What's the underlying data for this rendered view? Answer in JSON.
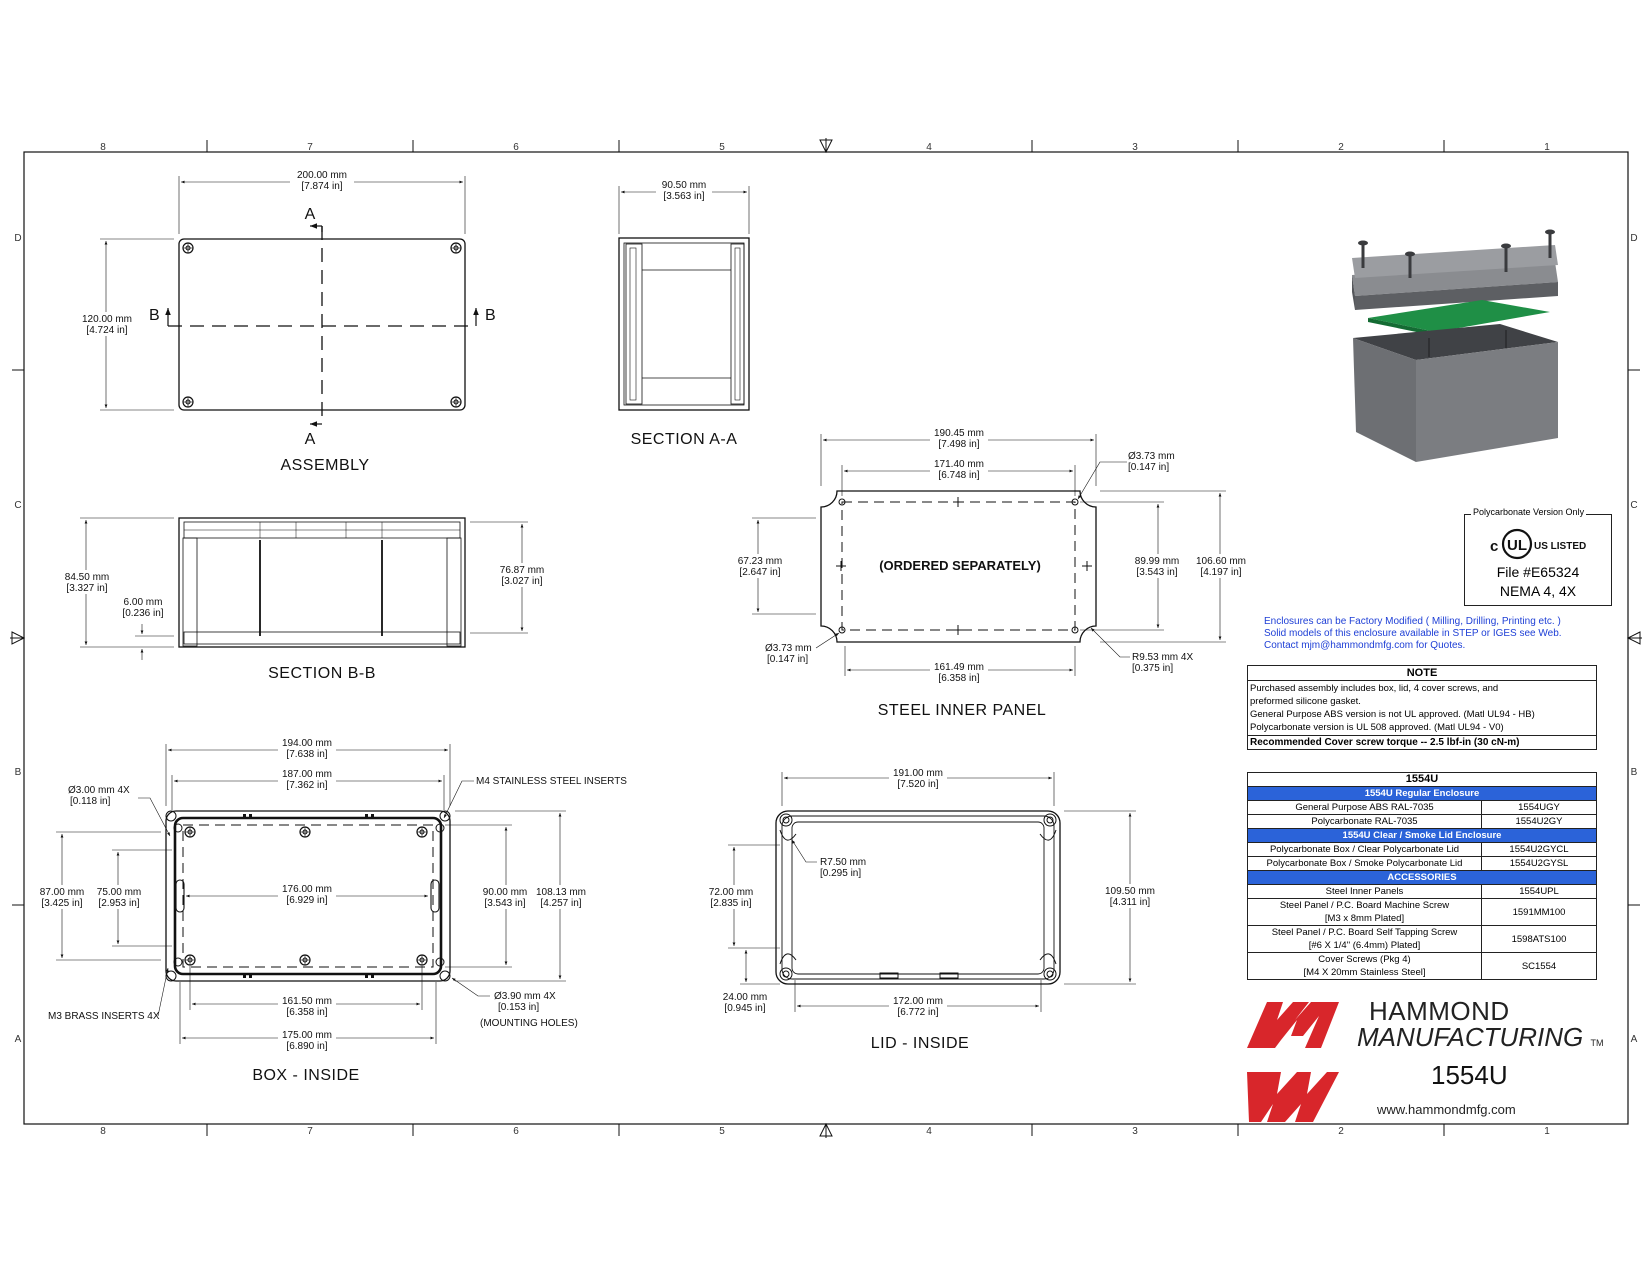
{
  "grid": {
    "columns": [
      "8",
      "7",
      "6",
      "5",
      "4",
      "3",
      "2",
      "1"
    ],
    "rows": [
      "D",
      "C",
      "B",
      "A"
    ]
  },
  "views": {
    "assembly": {
      "title": "ASSEMBLY",
      "width_dim": [
        "200.00 mm",
        "[7.874 in]"
      ],
      "height_dim": [
        "120.00 mm",
        "[4.724 in]"
      ],
      "section_a": "A",
      "section_b": "B"
    },
    "section_aa": {
      "title": "SECTION  A-A",
      "width_dim": [
        "90.50 mm",
        "[3.563 in]"
      ]
    },
    "section_bb": {
      "title": "SECTION  B-B",
      "height_dim": [
        "84.50 mm",
        "[3.327 in]"
      ],
      "floor_dim": [
        "6.00 mm",
        "[0.236 in]"
      ],
      "inner_dim": [
        "76.87 mm",
        "[3.027 in]"
      ]
    },
    "steel_panel": {
      "title": "STEEL INNER PANEL",
      "label": "(ORDERED SEPARATELY)",
      "width_dim": [
        "190.45 mm",
        "[7.498 in]"
      ],
      "hole_span_dim": [
        "171.40 mm",
        "[6.748 in]"
      ],
      "bottom_dim": [
        "161.49 mm",
        "[6.358 in]"
      ],
      "left_dim": [
        "67.23 mm",
        "[2.647 in]"
      ],
      "hole_v_dim": [
        "89.99 mm",
        "[3.543 in]"
      ],
      "height_dim": [
        "106.60 mm",
        "[4.197 in]"
      ],
      "hole_top": [
        "Ø3.73 mm",
        "[0.147 in]"
      ],
      "hole_bottom": [
        "Ø3.73 mm",
        "[0.147 in]"
      ],
      "radius": [
        "R9.53 mm 4X",
        "[0.375 in]"
      ]
    },
    "box_inside": {
      "title": "BOX - INSIDE",
      "w194": [
        "194.00 mm",
        "[7.638 in]"
      ],
      "w187": [
        "187.00 mm",
        "[7.362 in]"
      ],
      "w176": [
        "176.00 mm",
        "[6.929 in]"
      ],
      "w161": [
        "161.50 mm",
        "[6.358 in]"
      ],
      "w175": [
        "175.00 mm",
        "[6.890 in]"
      ],
      "h87": [
        "87.00 mm",
        "[3.425 in]"
      ],
      "h75": [
        "75.00 mm",
        "[2.953 in]"
      ],
      "h90": [
        "90.00 mm",
        "[3.543 in]"
      ],
      "h108": [
        "108.13 mm",
        "[4.257 in]"
      ],
      "pin": [
        "Ø3.00 mm 4X",
        "[0.118 in]"
      ],
      "mount": [
        "Ø3.90 mm 4X",
        "[0.153 in]",
        "(MOUNTING HOLES)"
      ],
      "m4": "M4 STAINLESS STEEL INSERTS",
      "m3": "M3 BRASS INSERTS 4X"
    },
    "lid_inside": {
      "title": "LID - INSIDE",
      "w191": [
        "191.00 mm",
        "[7.520 in]"
      ],
      "w172": [
        "172.00 mm",
        "[6.772 in]"
      ],
      "h72": [
        "72.00 mm",
        "[2.835 in]"
      ],
      "h24": [
        "24.00 mm",
        "[0.945 in]"
      ],
      "h109": [
        "109.50 mm",
        "[4.311 in]"
      ],
      "radius": [
        "R7.50 mm",
        "[0.295 in]"
      ]
    }
  },
  "ul": {
    "caption": "Polycarbonate Version Only",
    "mark_left": "c",
    "mark_center": "UL",
    "mark_right": "US LISTED",
    "file": "File #E65324",
    "nema": "NEMA 4, 4X"
  },
  "mfg_note": [
    "Enclosures can be Factory Modified ( Milling, Drilling, Printing etc. )",
    "Solid models of this enclosure available in STEP or IGES see Web.",
    "Contact   mjm@hammondmfg.com  for Quotes."
  ],
  "note": {
    "header": "NOTE",
    "lines": [
      "Purchased  assembly includes box, lid, 4 cover screws, and",
      "preformed silicone gasket.",
      "General Purpose ABS version is not UL approved. (Matl UL94 - HB)",
      "Polycarbonate version is UL 508 approved. (Matl UL94 - V0)"
    ],
    "torque": "Recommended Cover screw torque -- 2.5 lbf-in (30 cN-m)"
  },
  "parts": {
    "title": "1554U",
    "sections": [
      {
        "header": "1554U Regular Enclosure",
        "rows": [
          {
            "desc": [
              "General Purpose ABS RAL-7035"
            ],
            "pn": "1554UGY"
          },
          {
            "desc": [
              "Polycarbonate RAL-7035"
            ],
            "pn": "1554U2GY"
          }
        ]
      },
      {
        "header": "1554U Clear / Smoke Lid Enclosure",
        "rows": [
          {
            "desc": [
              "Polycarbonate Box / Clear Polycarbonate Lid"
            ],
            "pn": "1554U2GYCL"
          },
          {
            "desc": [
              "Polycarbonate Box / Smoke Polycarbonate Lid"
            ],
            "pn": "1554U2GYSL"
          }
        ]
      },
      {
        "header": "ACCESSORIES",
        "rows": [
          {
            "desc": [
              "Steel Inner Panels"
            ],
            "pn": "1554UPL"
          },
          {
            "desc": [
              "Steel Panel / P.C. Board Machine Screw",
              "[M3 x 8mm Plated]"
            ],
            "pn": "1591MM100"
          },
          {
            "desc": [
              "Steel Panel / P.C. Board Self Tapping Screw",
              "[#6 X 1/4\" (6.4mm) Plated]"
            ],
            "pn": "1598ATS100"
          },
          {
            "desc": [
              "Cover Screws (Pkg 4)",
              "[M4 X 20mm Stainless Steel]"
            ],
            "pn": "SC1554"
          }
        ]
      }
    ]
  },
  "company": {
    "name1": "HAMMOND",
    "name2": "MANUFACTURING",
    "tm": "TM",
    "part": "1554U",
    "web": "www.hammondmfg.com"
  },
  "colors": {
    "section_header": "#2b63d9",
    "logo_red": "#d8262b",
    "pcb_green": "#1f8f46",
    "enclosure_grey": "#6d6f73",
    "note_blue": "#1e3fd6"
  }
}
